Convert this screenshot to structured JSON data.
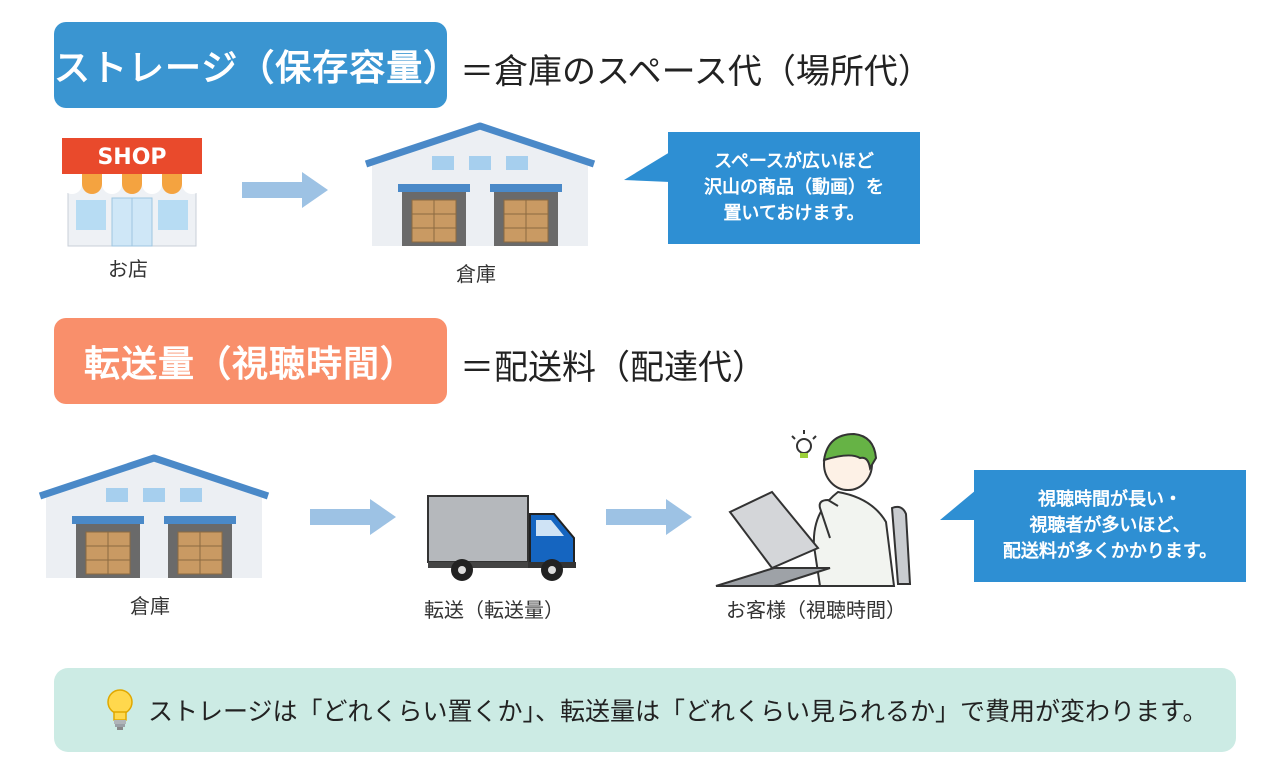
{
  "storage": {
    "label": "ストレージ（保存容量）",
    "equation": "＝倉庫のスペース代（場所代）",
    "shop_sign": "SHOP",
    "shop_caption": "お店",
    "warehouse_caption": "倉庫",
    "bubble_lines": [
      "スペースが広いほど",
      "沢山の商品（動画）を",
      "置いておけます。"
    ],
    "color": "#3a95d1"
  },
  "transfer": {
    "label": "転送量（視聴時間）",
    "equation": "＝配送料（配達代）",
    "warehouse_caption": "倉庫",
    "truck_caption": "転送（転送量）",
    "customer_caption": "お客様（視聴時間）",
    "bubble_lines": [
      "視聴時間が長い・",
      "視聴者が多いほど、",
      "配送料が多くかかります。"
    ],
    "color": "#f98f6b"
  },
  "note": {
    "icon": "lightbulb-icon",
    "text": "ストレージは「どれくらい置くか」、転送量は「どれくらい見られるか」で費用が変わります。",
    "background": "#ccebe4"
  }
}
